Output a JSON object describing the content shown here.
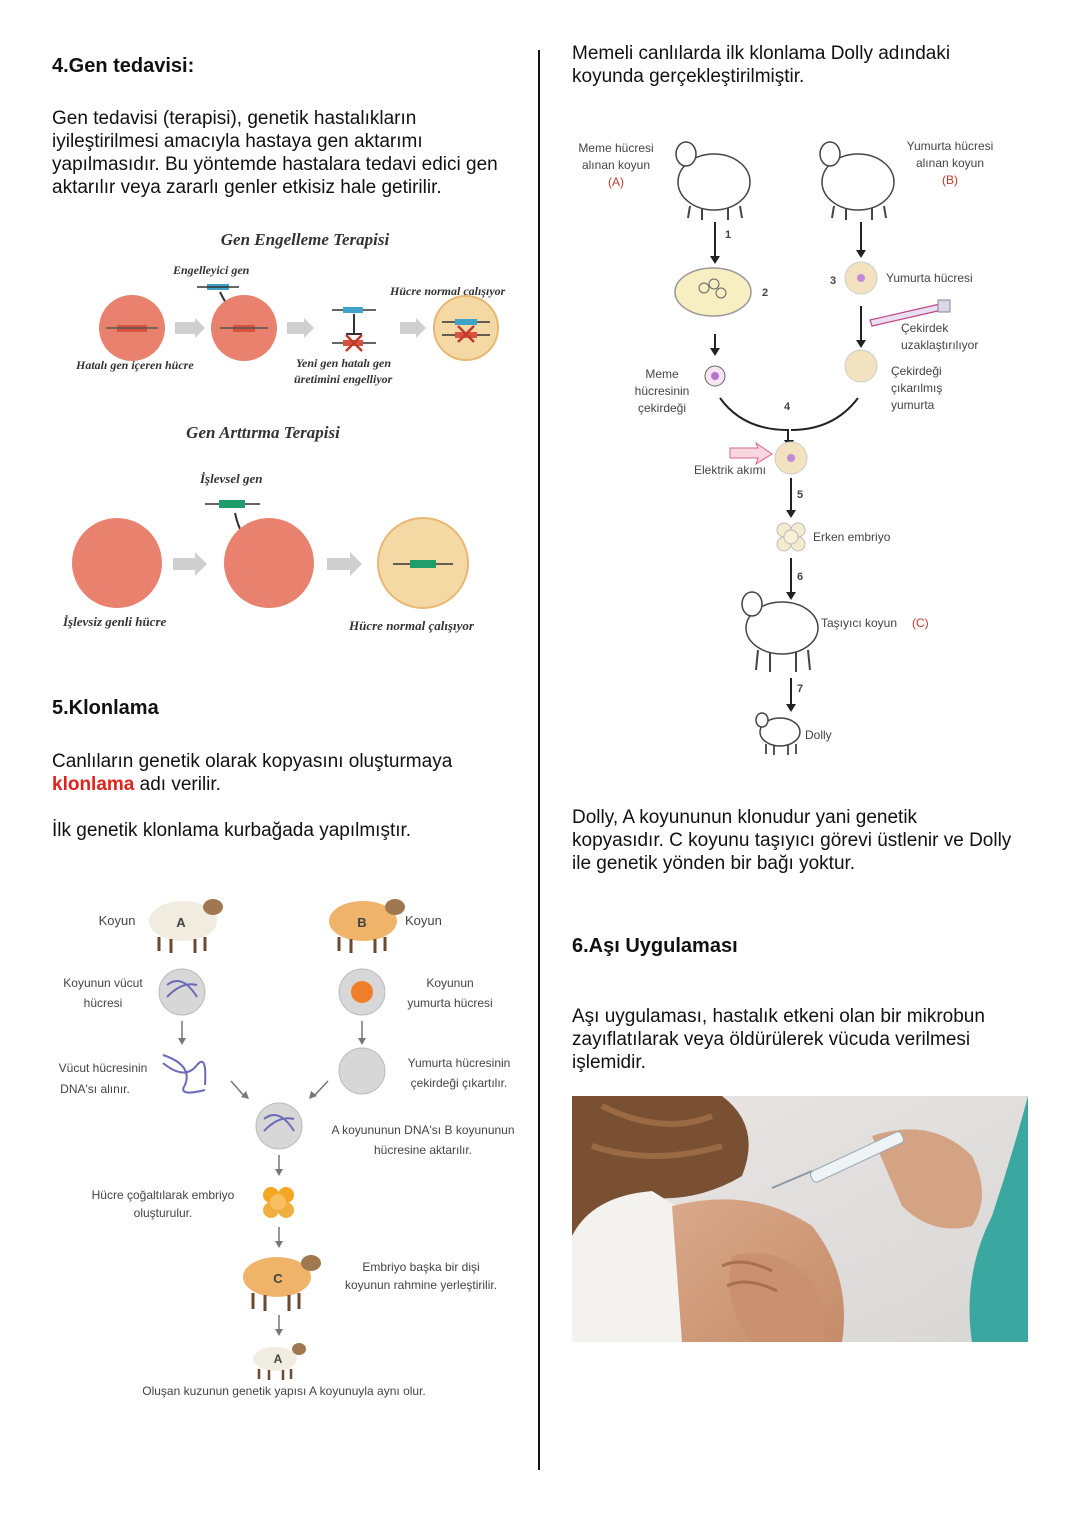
{
  "left": {
    "gene_therapy": {
      "heading": "4.Gen tedavisi:",
      "paragraph": "Gen tedavisi (terapisi), genetik hastalıkların iyileştirilmesi amacıyla hastaya gen aktarımı yapılmasıdır. Bu yöntemde hastalara tedavi edici gen aktarılır veya zararlı genler etkisiz hale getirilir.",
      "fig1": {
        "title": "Gen Engelleme Terapisi",
        "blocking_gene": "Engelleyici gen",
        "cell_normal": "Hücre normal çalışıyor",
        "faulty_cell": "Hatalı gen içeren hücre",
        "new_gene_line1": "Yeni gen hatalı gen",
        "new_gene_line2": "üretimini engelliyor"
      },
      "fig2": {
        "title": "Gen Arttırma Terapisi",
        "functional_gene": "İşlevsel gen",
        "nonfunctional_cell": "İşlevsiz genli hücre",
        "cell_normal": "Hücre normal çalışıyor"
      }
    },
    "cloning": {
      "heading": "5.Klonlama",
      "para1_before": "Canlıların genetik olarak kopyasını oluşturmaya ",
      "para1_keyword": "klonlama",
      "para1_after": " adı verilir.",
      "para2": "İlk genetik klonlama kurbağada yapılmıştır.",
      "fig": {
        "sheep_label_a": "Koyun",
        "sheep_label_b": "Koyun",
        "letter_a": "A",
        "letter_b": "B",
        "letter_c": "C",
        "body_cell_l1": "Koyunun vücut",
        "body_cell_l2": "hücresi",
        "egg_cell_l1": "Koyunun",
        "egg_cell_l2": "yumurta hücresi",
        "dna_l1": "Vücut hücresinin",
        "dna_l2": "DNA'sı alınır.",
        "nucleus_l1": "Yumurta hücresinin",
        "nucleus_l2": "çekirdeği çıkartılır.",
        "transfer_l1": "A koyununun DNA'sı B koyununun",
        "transfer_l2": "hücresine aktarılır.",
        "embryo_l1": "Hücre çoğaltılarak embriyo",
        "embryo_l2": "oluşturulur.",
        "implant_l1": "Embriyo başka bir dişi",
        "implant_l2": "koyunun rahmine yerleştirilir.",
        "result": "Oluşan kuzunun genetik yapısı A koyunuyla aynı olur."
      }
    }
  },
  "right": {
    "intro": "Memeli canlılarda ilk klonlama Dolly adındaki koyunda gerçekleştirilmiştir.",
    "dolly_fig": {
      "sheep_a_l1": "Meme hücresi",
      "sheep_a_l2": "alınan koyun",
      "sheep_a_l3": "(A)",
      "sheep_b_l1": "Yumurta hücresi",
      "sheep_b_l2": "alınan koyun",
      "sheep_b_l3": "(B)",
      "egg_cell": "Yumurta hücresi",
      "nucleus_removed_l1": "Çekirdek",
      "nucleus_removed_l2": "uzaklaştırılıyor",
      "mammary_l1": "Meme",
      "mammary_l2": "hücresinin",
      "mammary_l3": "çekirdeği",
      "enucleated_l1": "Çekirdeği",
      "enucleated_l2": "çıkarılmış",
      "enucleated_l3": "yumurta",
      "electric": "Elektrik akımı",
      "early_embryo": "Erken embriyo",
      "surrogate": "Taşıyıcı koyun",
      "surrogate_c": "(C)",
      "dolly": "Dolly",
      "steps": [
        "1",
        "2",
        "3",
        "4",
        "5",
        "6",
        "7"
      ]
    },
    "dolly_text": "Dolly, A koyununun klonudur yani genetik kopyasıdır. C koyunu taşıyıcı görevi üstlenir ve Dolly ile genetik yönden bir bağı yoktur.",
    "vaccine": {
      "heading": "6.Aşı Uygulaması",
      "paragraph": "Aşı uygulaması, hastalık etkeni olan bir mikrobun zayıflatılarak veya öldürülerek vücuda verilmesi işlemidir."
    },
    "colors": {
      "keyword": "#e0221b",
      "cell": "#e8826e",
      "gene_blue": "#3fa3c9",
      "gene_green": "#1f9e6a"
    }
  }
}
